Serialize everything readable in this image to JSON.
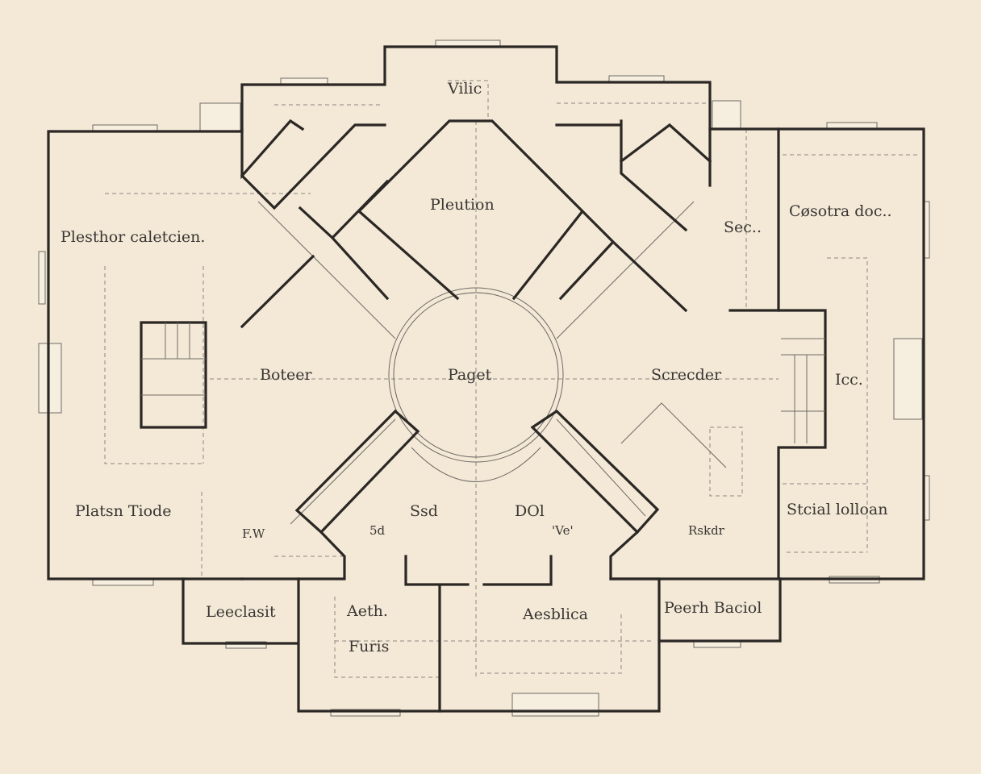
{
  "plan": {
    "rooms": {
      "vilic": "Vilic",
      "pleution": "Pleution",
      "sec": "Sec..",
      "cosotra": "Cøsotra doc..",
      "plesthor": "Plesthor caletcien.",
      "boteer": "Boteer",
      "paget": "Paget",
      "screcder": "Screcder",
      "icc": "Icc.",
      "platsn": "Platsn Tiode",
      "fw": "F.W",
      "five_d": "5d",
      "ssd": "Ssd",
      "dol": "DOl",
      "ve": "'Ve'",
      "rskdr": "Rskdr",
      "stcial": "Stcial lolloan",
      "leeclasit": "Leeclasit",
      "aeth": "Aeth.",
      "furis": "Furis",
      "aesblica": "Aesblica",
      "peerh": "Peerh Baciol"
    }
  }
}
